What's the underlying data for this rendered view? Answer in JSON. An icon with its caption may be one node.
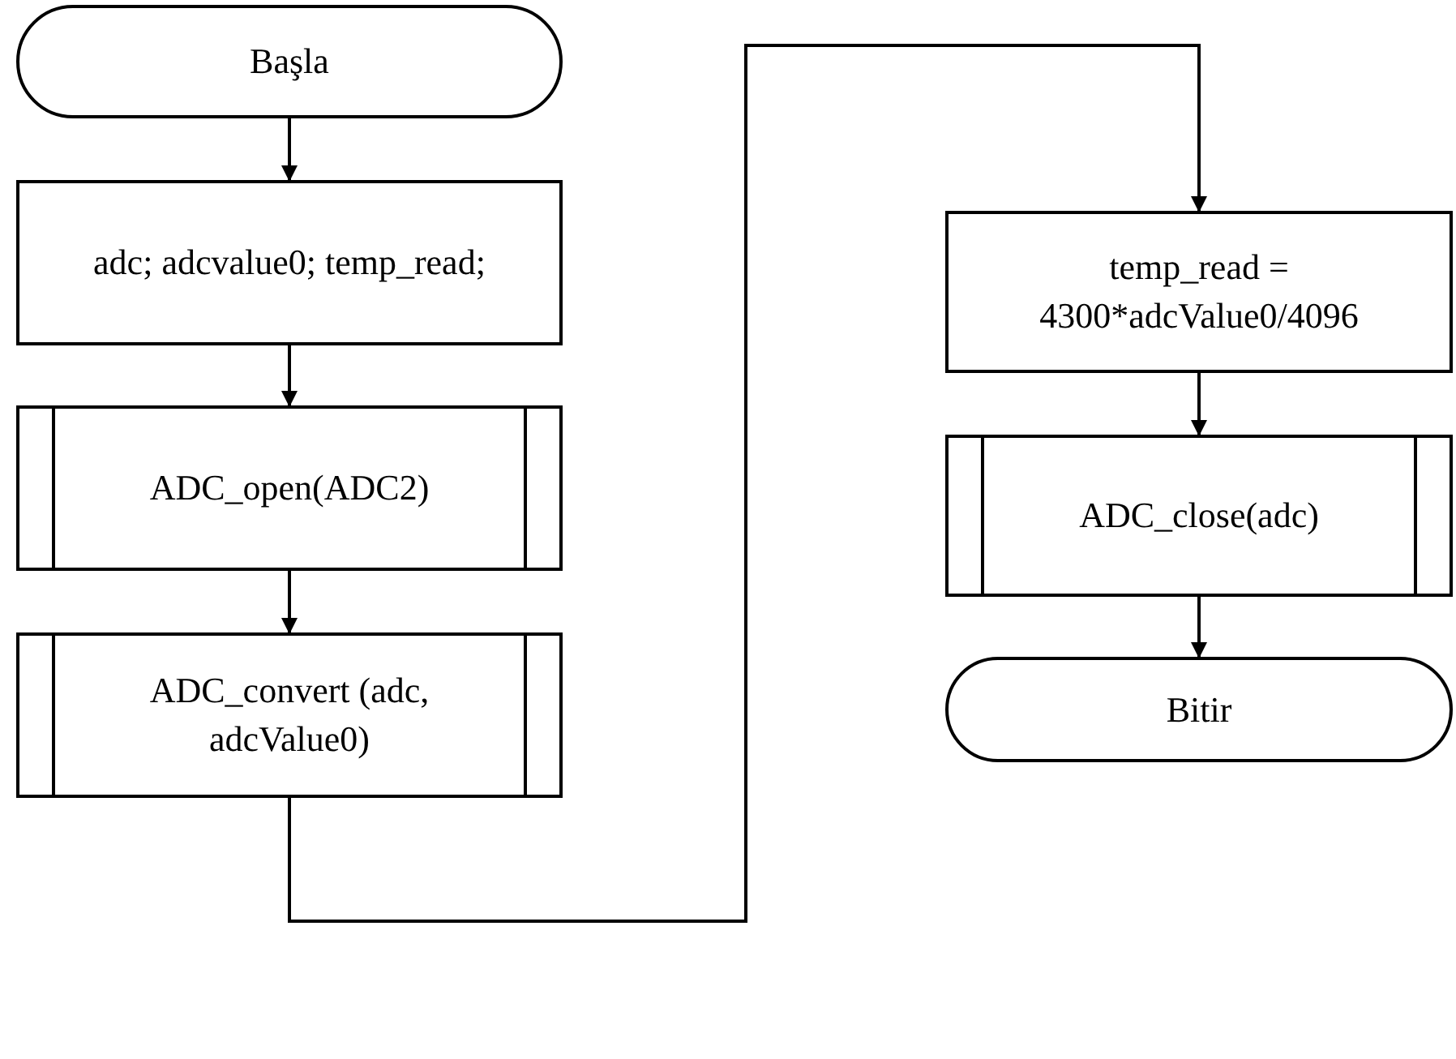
{
  "diagram": {
    "nodes": [
      {
        "text": [
          "Başla"
        ]
      },
      {
        "text": [
          "adc; adcvalue0; temp_read;"
        ]
      },
      {
        "text": [
          "ADC_open(ADC2)"
        ]
      },
      {
        "text": [
          "ADC_convert (adc, adcValue0)"
        ]
      },
      {
        "text": [
          "temp_read = 4300*adcValue0/4096"
        ]
      },
      {
        "text": [
          "ADC_close(adc)"
        ]
      },
      {
        "text": [
          "Bitir"
        ]
      }
    ],
    "edges": [
      {
        "from": 0,
        "to": 1,
        "arrow": "to"
      },
      {
        "from": 1,
        "to": 2,
        "arrow": "to"
      },
      {
        "from": 2,
        "to": 3,
        "arrow": "to"
      },
      {
        "from": 3,
        "to": 4,
        "arrow": "to"
      },
      {
        "from": 4,
        "to": 5,
        "arrow": "to"
      },
      {
        "from": 5,
        "to": 6,
        "arrow": "to"
      }
    ]
  }
}
